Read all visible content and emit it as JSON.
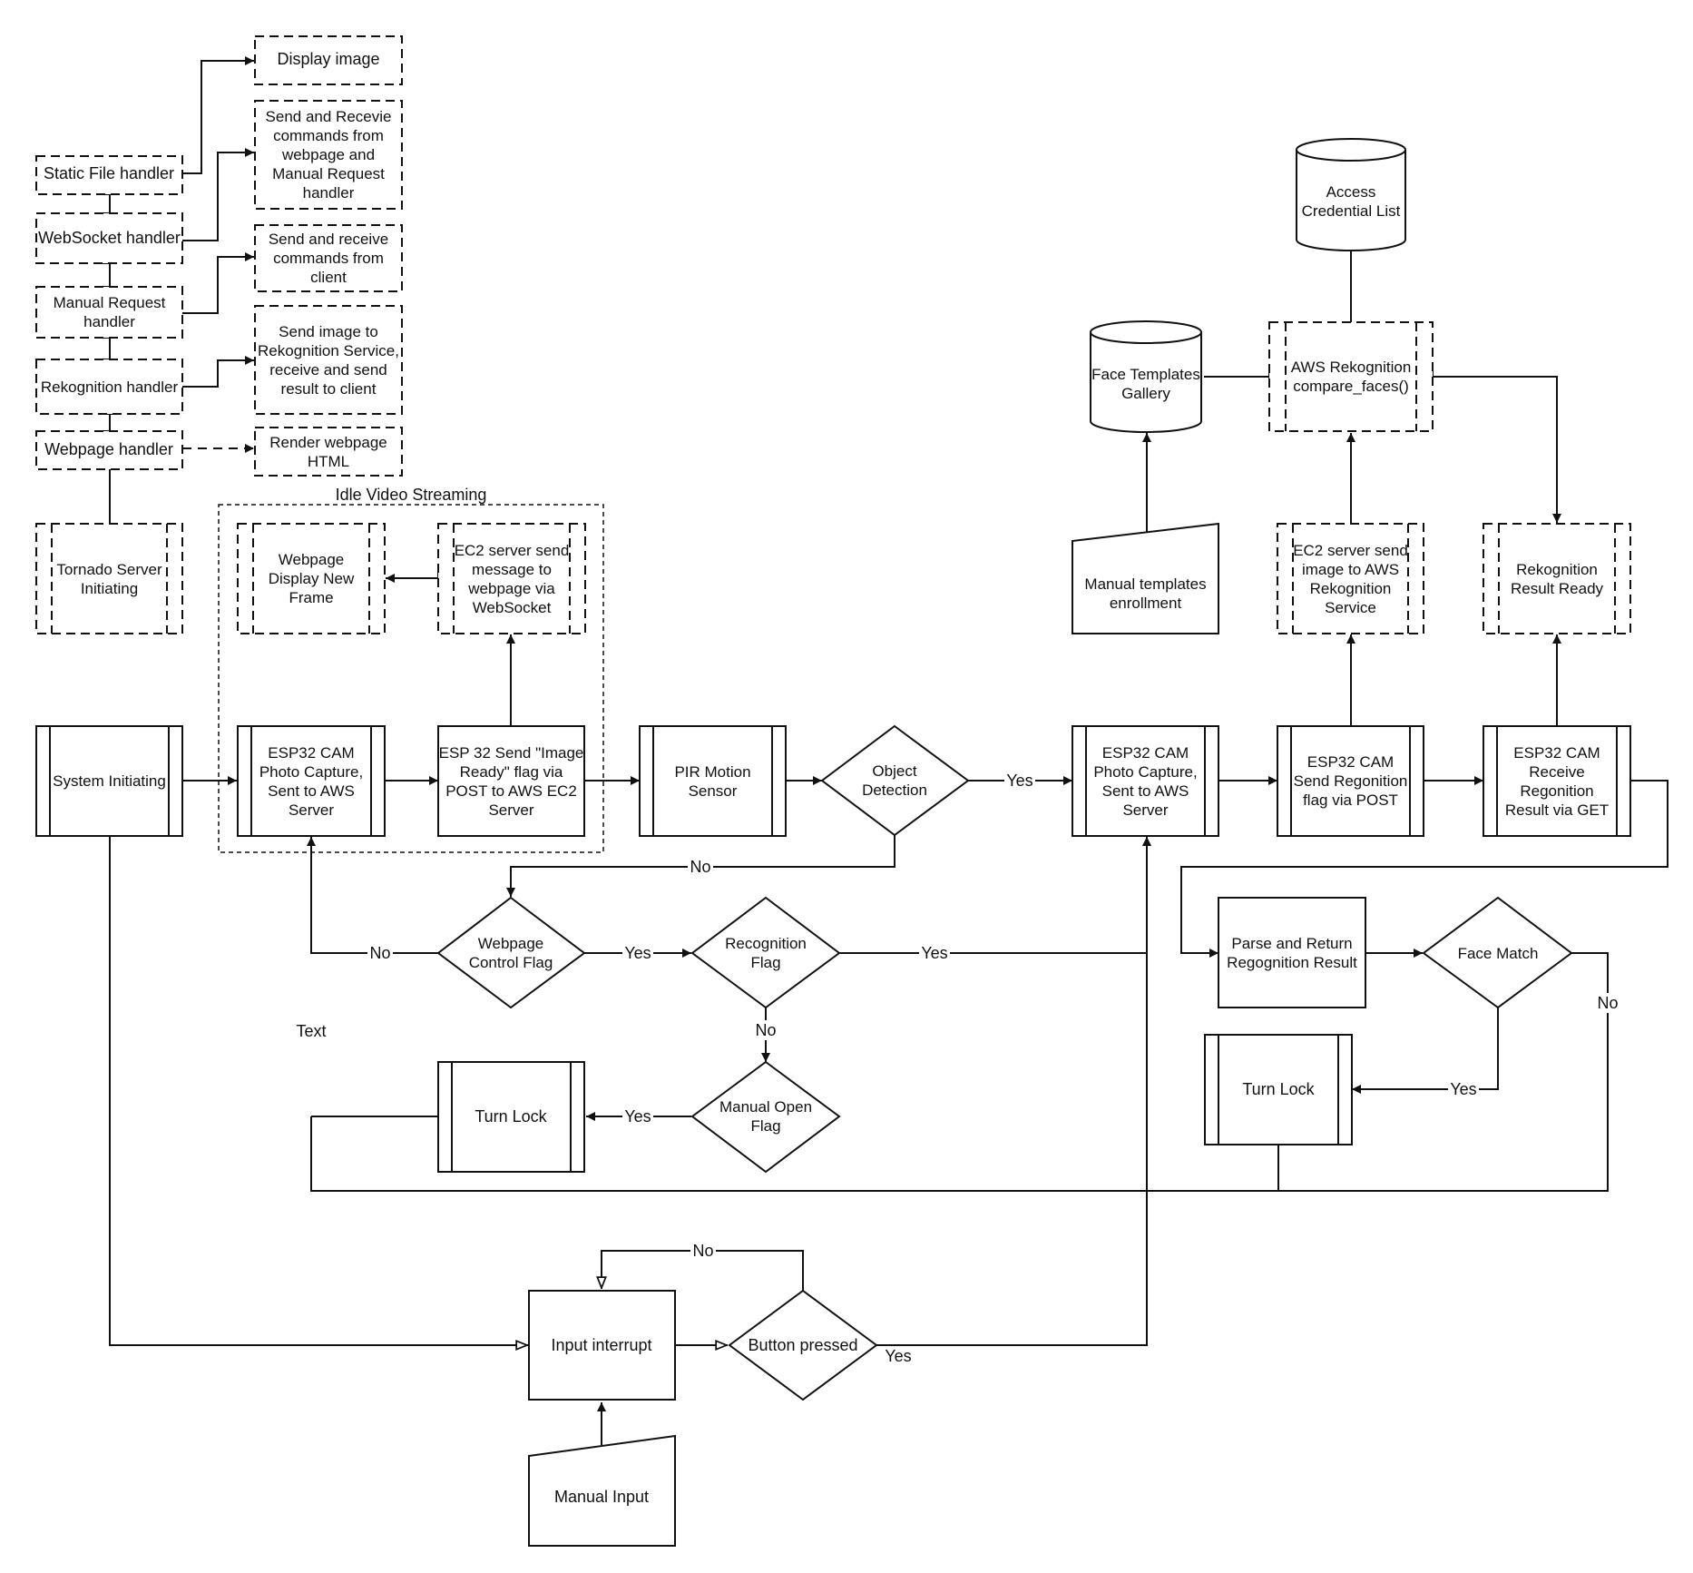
{
  "diagram": {
    "group_label": "Idle Video Streaming",
    "nodes": {
      "display_image": "Display image",
      "send_recv_webpage": "Send and Recevie commands from webpage and Manual Request handler",
      "static_file_handler": "Static File handler",
      "websocket_handler": "WebSocket handler",
      "send_recv_client": "Send and receive commands from client",
      "manual_request_handler": "Manual Request handler",
      "send_image_rekognition": "Send image to Rekognition Service, receive and send result to client",
      "rekognition_handler": "Rekognition handler",
      "webpage_handler": "Webpage handler",
      "render_webpage": "Render webpage HTML",
      "tornado_server": "Tornado Server Initiating",
      "webpage_display_frame": "Webpage Display New Frame",
      "ec2_send_message": "EC2 server send message to webpage via WebSocket",
      "access_credential": "Access Credential List",
      "face_templates": "Face Templates Gallery",
      "aws_rekognition": "AWS Rekognition compare_faces()",
      "manual_templates": "Manual templates enrollment",
      "ec2_send_image": "EC2 server send image to AWS Rekognition Service",
      "rekognition_result_ready": "Rekognition Result Ready",
      "system_initiating": "System Initiating",
      "esp32_capture_1": "ESP32 CAM Photo Capture, Sent to AWS Server",
      "esp32_send_flag": "ESP 32 Send \"Image Ready\" flag via POST to AWS EC2 Server",
      "pir_sensor": "PIR Motion Sensor",
      "object_detection": "Object Detection",
      "esp32_capture_2": "ESP32 CAM Photo Capture, Sent to AWS Server",
      "esp32_send_recog_flag": "ESP32 CAM Send Regonition flag via POST",
      "esp32_receive_result": "ESP32 CAM Receive Regonition Result via GET",
      "webpage_control_flag": "Webpage Control Flag",
      "recognition_flag": "Recognition Flag",
      "parse_return": "Parse and Return Regognition Result",
      "face_match": "Face Match",
      "turn_lock_right": "Turn Lock",
      "turn_lock_left": "Turn Lock",
      "manual_open_flag": "Manual Open Flag",
      "input_interrupt": "Input interrupt",
      "button_pressed": "Button pressed",
      "manual_input": "Manual Input"
    },
    "edge_labels": {
      "yes_object": "Yes",
      "no_object": "No",
      "no_webpage": "No",
      "yes_webpage": "Yes",
      "yes_recognition": "Yes",
      "no_recognition": "No",
      "text_label": "Text",
      "yes_manual_open": "Yes",
      "yes_face_match": "Yes",
      "no_face_match": "No",
      "no_button": "No",
      "yes_button": "Yes"
    }
  }
}
